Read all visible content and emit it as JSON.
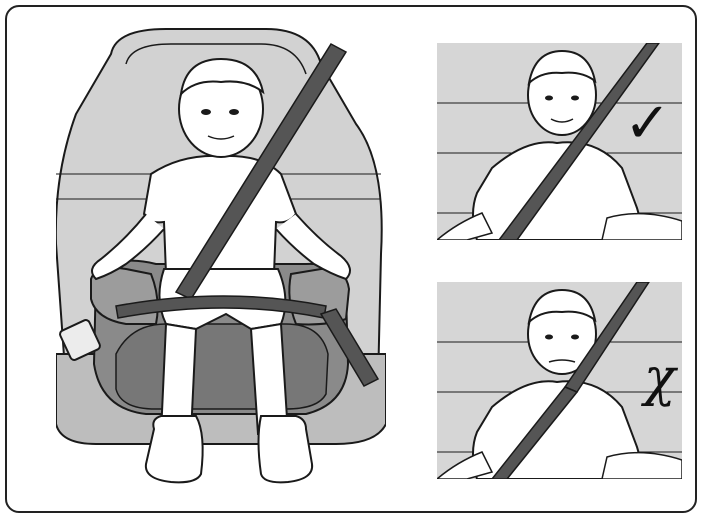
{
  "illustration": {
    "subject": "child-in-booster-seat-with-seatbelt",
    "colors": {
      "outline": "#1a1a1a",
      "seat_light": "#cfcfcf",
      "seat_mid": "#a8a8a8",
      "booster_dark": "#7a7a7a",
      "belt": "#5a5a5a",
      "background_panel": "#d8d8d8",
      "skin": "#ffffff"
    }
  },
  "panels": [
    {
      "name": "correct-belt-position",
      "mark_icon": "check-mark-icon",
      "mark_glyph": "✓"
    },
    {
      "name": "incorrect-belt-position",
      "mark_icon": "cross-mark-icon",
      "mark_glyph": "χ"
    }
  ]
}
